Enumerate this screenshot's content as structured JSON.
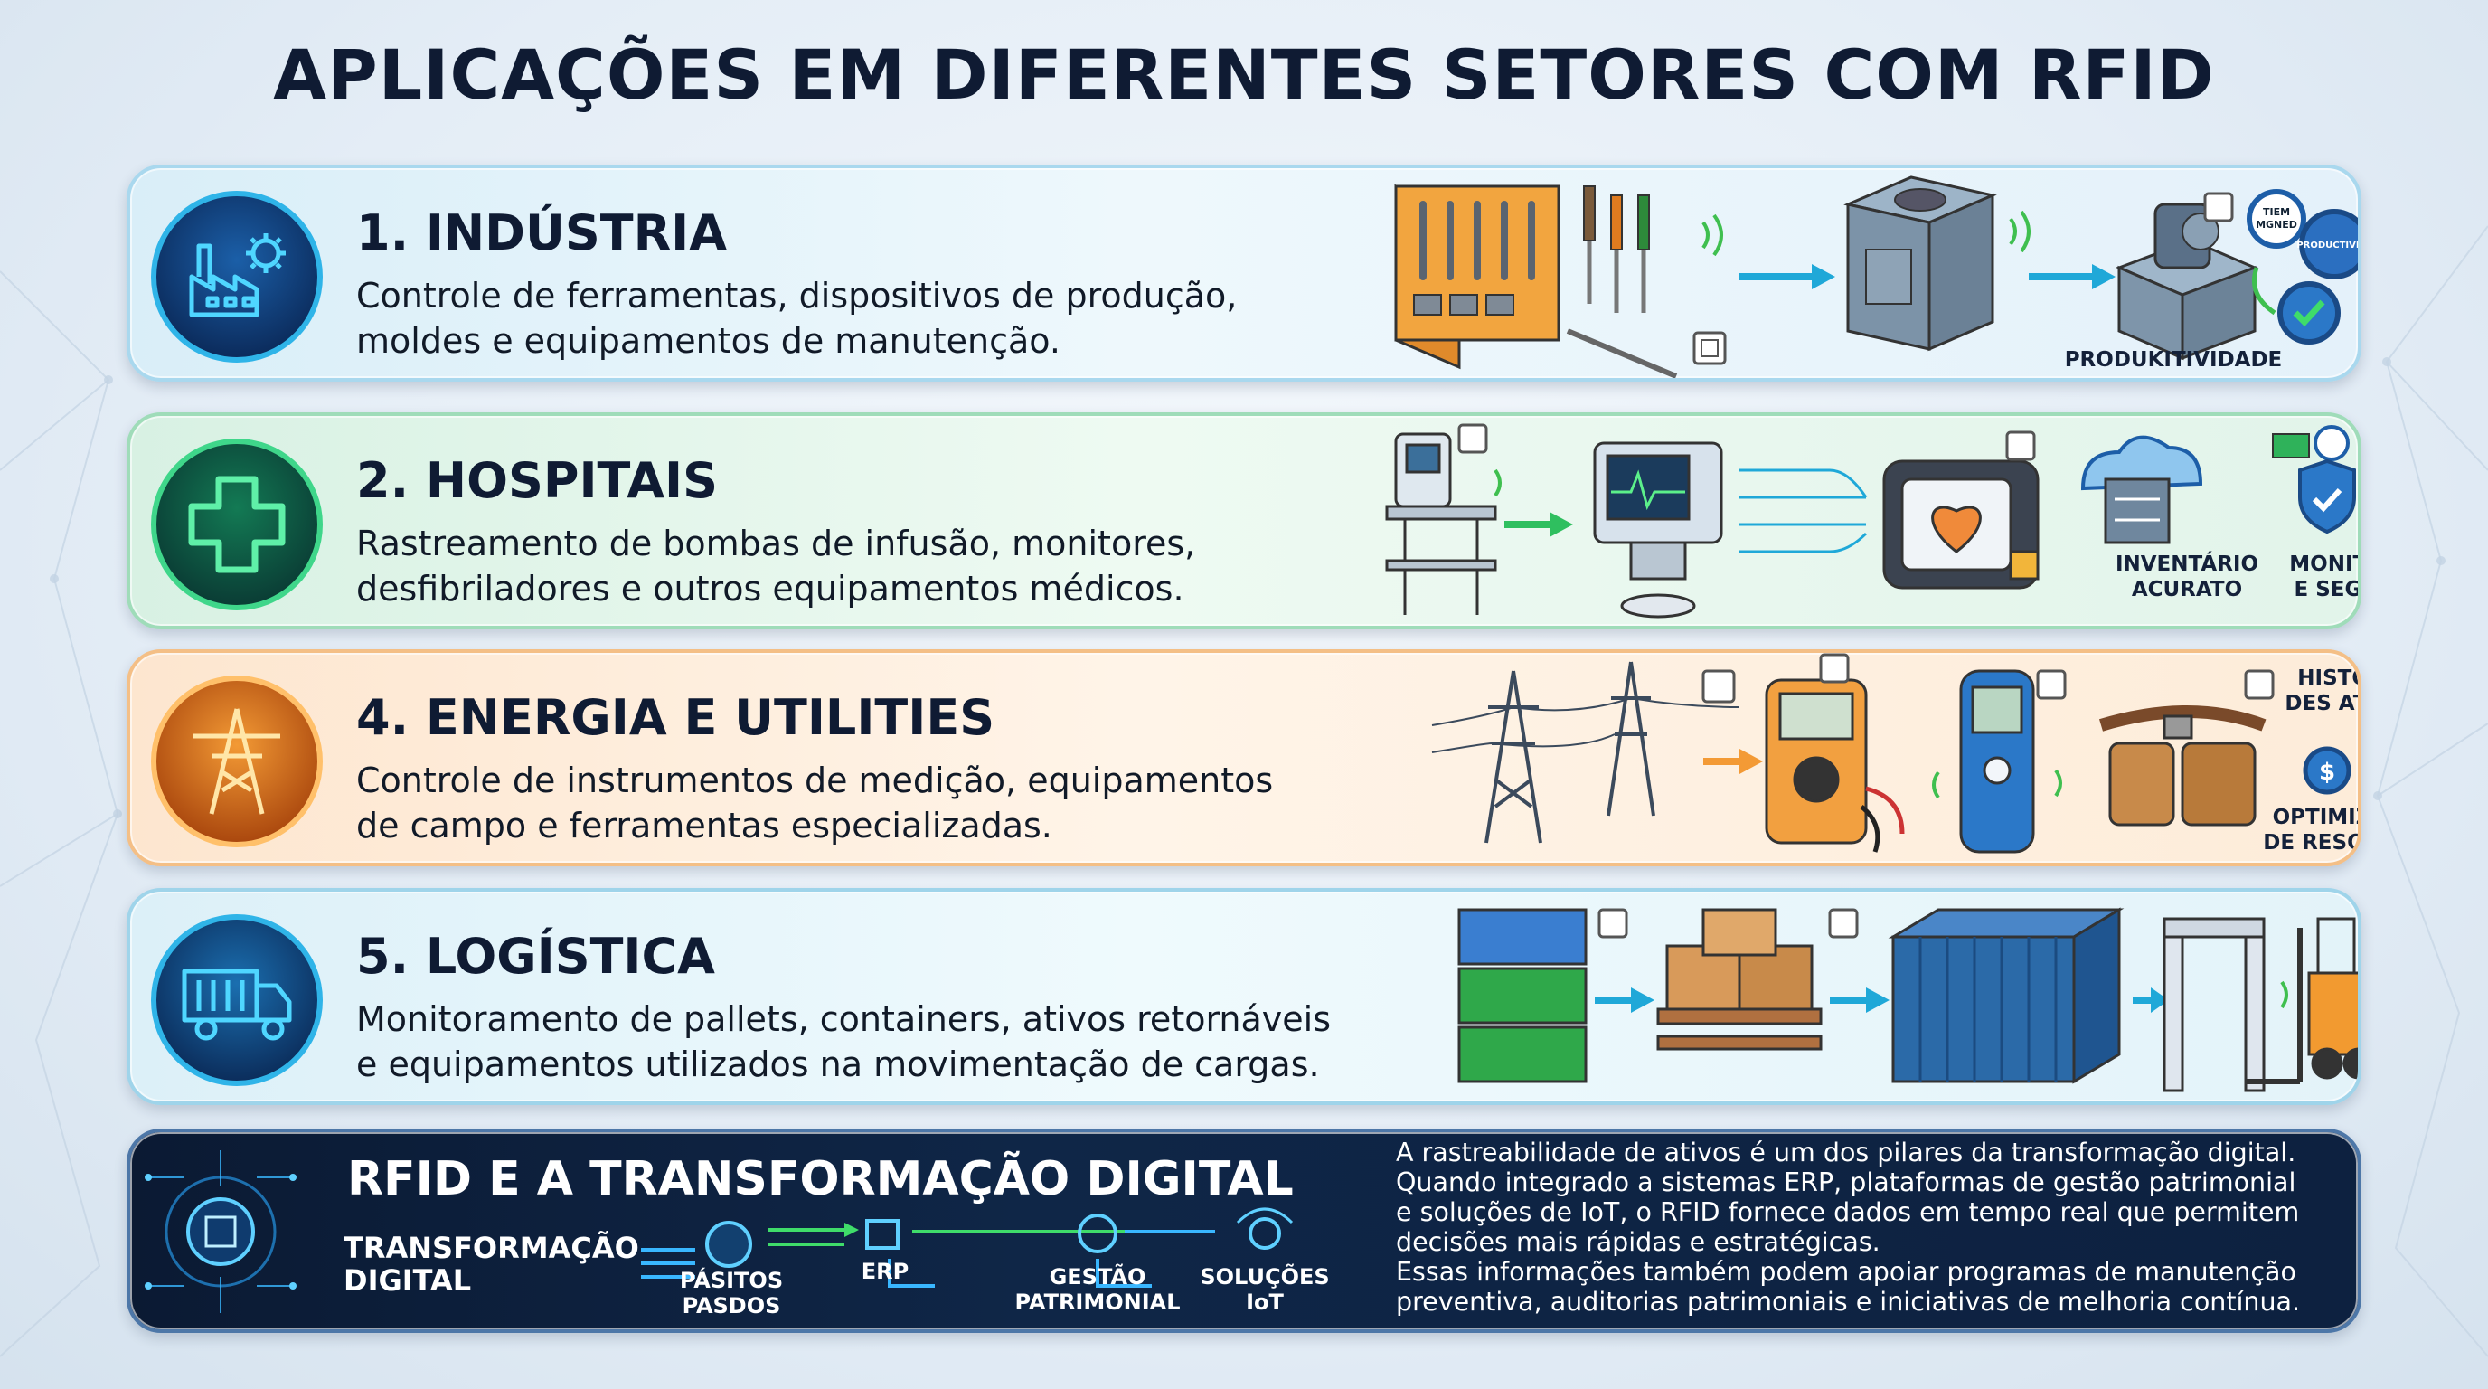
{
  "title": "APLICAÇÕES EM DIFERENTES SETORES COM RFID",
  "colors": {
    "blue": "#1e88d0",
    "green": "#1f9e60",
    "orange": "#e97a1d",
    "cyan": "#1a8ec5",
    "dark": "#0b1a33"
  },
  "sections": [
    {
      "title": "1. INDÚSTRIA",
      "desc_line1": "Controle de ferramentas, dispositivos de produção,",
      "desc_line2": "moldes e equipamentos de manutenção.",
      "icon": "factory-gear-icon",
      "gear_text1": "TIEM",
      "gear_text2": "MGNED",
      "gear_text3": "PRODUCTIVITY",
      "caption": "PRODUKITIVIDADE"
    },
    {
      "title": "2. HOSPITAIS",
      "desc_line1": "Rastreamento de bombas de infusão, monitores,",
      "desc_line2": "desfibriladores e outros equipamentos médicos.",
      "icon": "medical-cross-icon",
      "caption1_line1": "INVENTÁRIO",
      "caption1_line2": "ACURATO",
      "caption2_line1": "MONITORENTO",
      "caption2_line2": "E SEGURANÇA"
    },
    {
      "title": "4. ENERGIA E UTILITIES",
      "desc_line1": "Controle de instrumentos de medição, equipamentos",
      "desc_line2": "de campo e ferramentas especializadas.",
      "icon": "power-tower-icon",
      "caption1_line1": "HISTÓRIO",
      "caption1_line2": "DES ATIVOS",
      "caption2_line1": "OPTIMIZAÇÃO",
      "caption2_line2": "DE RESOURSOS"
    },
    {
      "title": "5. LOGÍSTICA",
      "desc_line1": "Monitoramento de pallets, containers, ativos retornáveis",
      "desc_line2": "e equipamentos utilizados na movimentação de cargas.",
      "icon": "truck-icon"
    }
  ],
  "digital": {
    "title": "RFID E A TRANSFORMAÇÃO DIGITAL",
    "flow_label_line1": "TRANSFORMAÇÃO",
    "flow_label_line2": "DIGITAL",
    "node1_line1": "PÁSITOS",
    "node1_line2": "PASDOS",
    "node2": "ERP",
    "node3_line1": "GESTÃO",
    "node3_line2": "PATRIMONIAL",
    "node4_line1": "SOLUÇÕES",
    "node4_line2": "IoT",
    "text_lines": [
      "A rastreabilidade de ativos é um dos pilares da transformação digital.",
      "Quando integrado a sistemas ERP, plataformas de gestão patrimonial",
      "e soluções de IoT, o RFID fornece dados em tempo real que permitem",
      "decisões mais rápidas e estratégicas.",
      "Essas informações também podem apoiar programas de manutenção",
      "preventiva, auditorias patrimoniais e iniciativas de melhoria contínua."
    ]
  }
}
